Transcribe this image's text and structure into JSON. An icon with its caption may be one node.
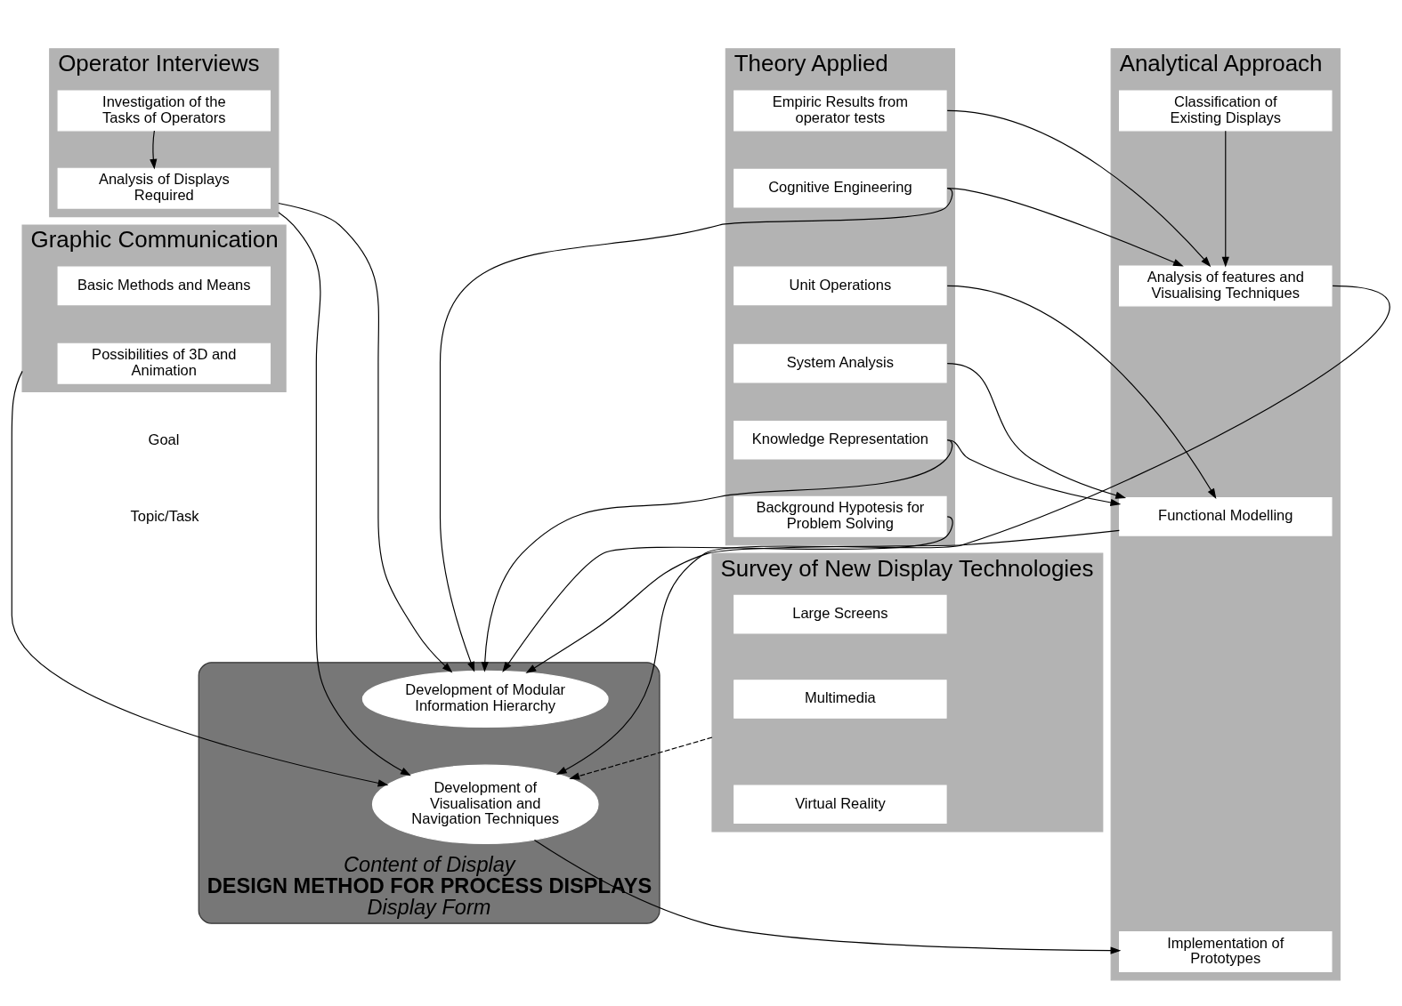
{
  "diagram": {
    "nodes": [
      {
        "text": [
          "Theory Applied"
        ]
      },
      {
        "text": [
          "Empiric Results from operator tests"
        ],
        "in": 0
      },
      {
        "text": [
          "Cognitive Engineering"
        ],
        "in": 0
      },
      {
        "text": [
          "Unit Operations"
        ],
        "in": 0
      },
      {
        "text": [
          "System Analysis"
        ],
        "in": 0
      },
      {
        "text": [
          "Knowledge Representation"
        ],
        "in": 0
      },
      {
        "text": [
          "Background Hypotesis for Problem Solving"
        ],
        "in": 0
      },
      {
        "text": [
          "Analytical Approach"
        ]
      },
      {
        "text": [
          "Classification of Existing Displays"
        ],
        "in": 7
      },
      {
        "text": [
          "Analysis of features and Visualising Techniques"
        ],
        "in": 7
      },
      {
        "text": [
          "Functional Modelling"
        ],
        "in": 7
      },
      {
        "text": [
          "Content of Display",
          "DESIGN METHOD FOR PROCESS DISPLAYS",
          "Display Form"
        ]
      },
      {
        "text": [
          "Development of Modular Information Hierarchy"
        ],
        "in": 11
      },
      {
        "text": [
          "Development of Visualisation and Navigation Techniques"
        ],
        "in": 11
      },
      {
        "text": [
          "Implementation of Prototypes"
        ],
        "in": 7
      },
      {
        "text": [
          "Operator Interviews"
        ]
      },
      {
        "text": [
          "Investigation of the Tasks of Operators"
        ],
        "in": 15
      },
      {
        "text": [
          "Analysis of Displays Required"
        ],
        "in": 15
      },
      {
        "text": [
          "Survey of New Display Technologies"
        ]
      },
      {
        "text": [
          "Large Screens"
        ],
        "in": 18
      },
      {
        "text": [
          "Multimedia"
        ],
        "in": 18
      },
      {
        "text": [
          "Virtual Reality"
        ],
        "in": 18
      },
      {
        "text": [
          "Graphic Communication"
        ]
      },
      {
        "text": [
          "Basic Methods and Means"
        ],
        "in": 22
      },
      {
        "text": [
          "Possibilities of 3D and Animation"
        ],
        "in": 22
      }
    ],
    "edges": [
      {
        "from": 1,
        "to": 9,
        "arrow": "to"
      },
      {
        "from": 2,
        "to": 9,
        "arrow": "to"
      },
      {
        "from": 2,
        "to": 12,
        "arrow": "to"
      },
      {
        "from": 3,
        "to": 10,
        "arrow": "to"
      },
      {
        "from": 4,
        "to": 10,
        "arrow": "to"
      },
      {
        "from": 5,
        "to": 10,
        "arrow": "to"
      },
      {
        "from": 5,
        "to": 12,
        "arrow": "to"
      },
      {
        "from": 6,
        "to": 12,
        "arrow": "to"
      },
      {
        "from": 8,
        "to": 9,
        "arrow": "to"
      },
      {
        "from": 9,
        "to": 13,
        "arrow": "to"
      },
      {
        "from": 10,
        "to": 12,
        "arrow": "to"
      },
      {
        "from": 16,
        "to": 17,
        "arrow": "to"
      },
      {
        "from": 15,
        "to": 12,
        "arrow": "to"
      },
      {
        "from": 15,
        "to": 13,
        "arrow": "to"
      },
      {
        "from": 22,
        "to": 13,
        "arrow": "to"
      },
      {
        "from": 18,
        "to": 13,
        "arrow": "to",
        "style": "dashed"
      },
      {
        "from": 13,
        "to": 14,
        "arrow": "to"
      }
    ],
    "legend": [
      {
        "text": "Goal"
      },
      {
        "text": "Topic/Task"
      }
    ]
  }
}
